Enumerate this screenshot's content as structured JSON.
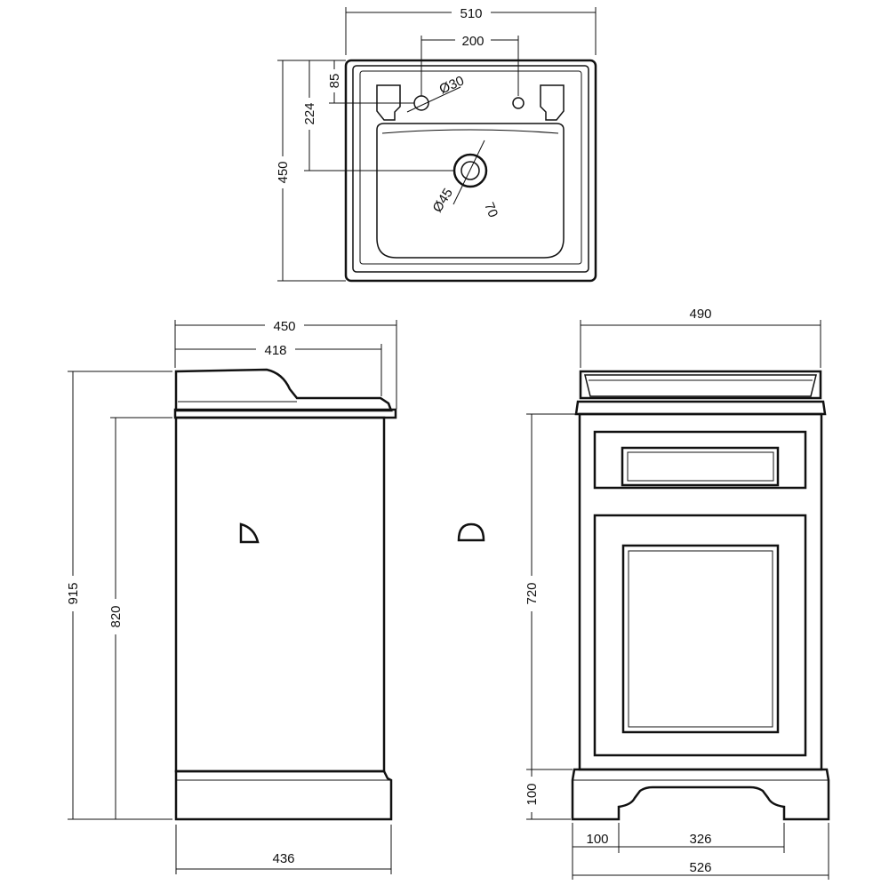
{
  "top_view": {
    "width": "510",
    "hole_spacing": "200",
    "depth": "450",
    "waste_offset": "224",
    "tap_offset": "85",
    "tap_hole": "Ø30",
    "waste_hole": "Ø45",
    "waste_outer": "70"
  },
  "side_view": {
    "top_width": "450",
    "basin_width": "418",
    "total_height": "915",
    "cabinet_height": "820",
    "plinth_width": "436"
  },
  "front_view": {
    "top_width": "490",
    "cabinet_height": "720",
    "plinth_height": "100",
    "leg_width": "100",
    "cutout_width": "326",
    "total_width": "526"
  }
}
